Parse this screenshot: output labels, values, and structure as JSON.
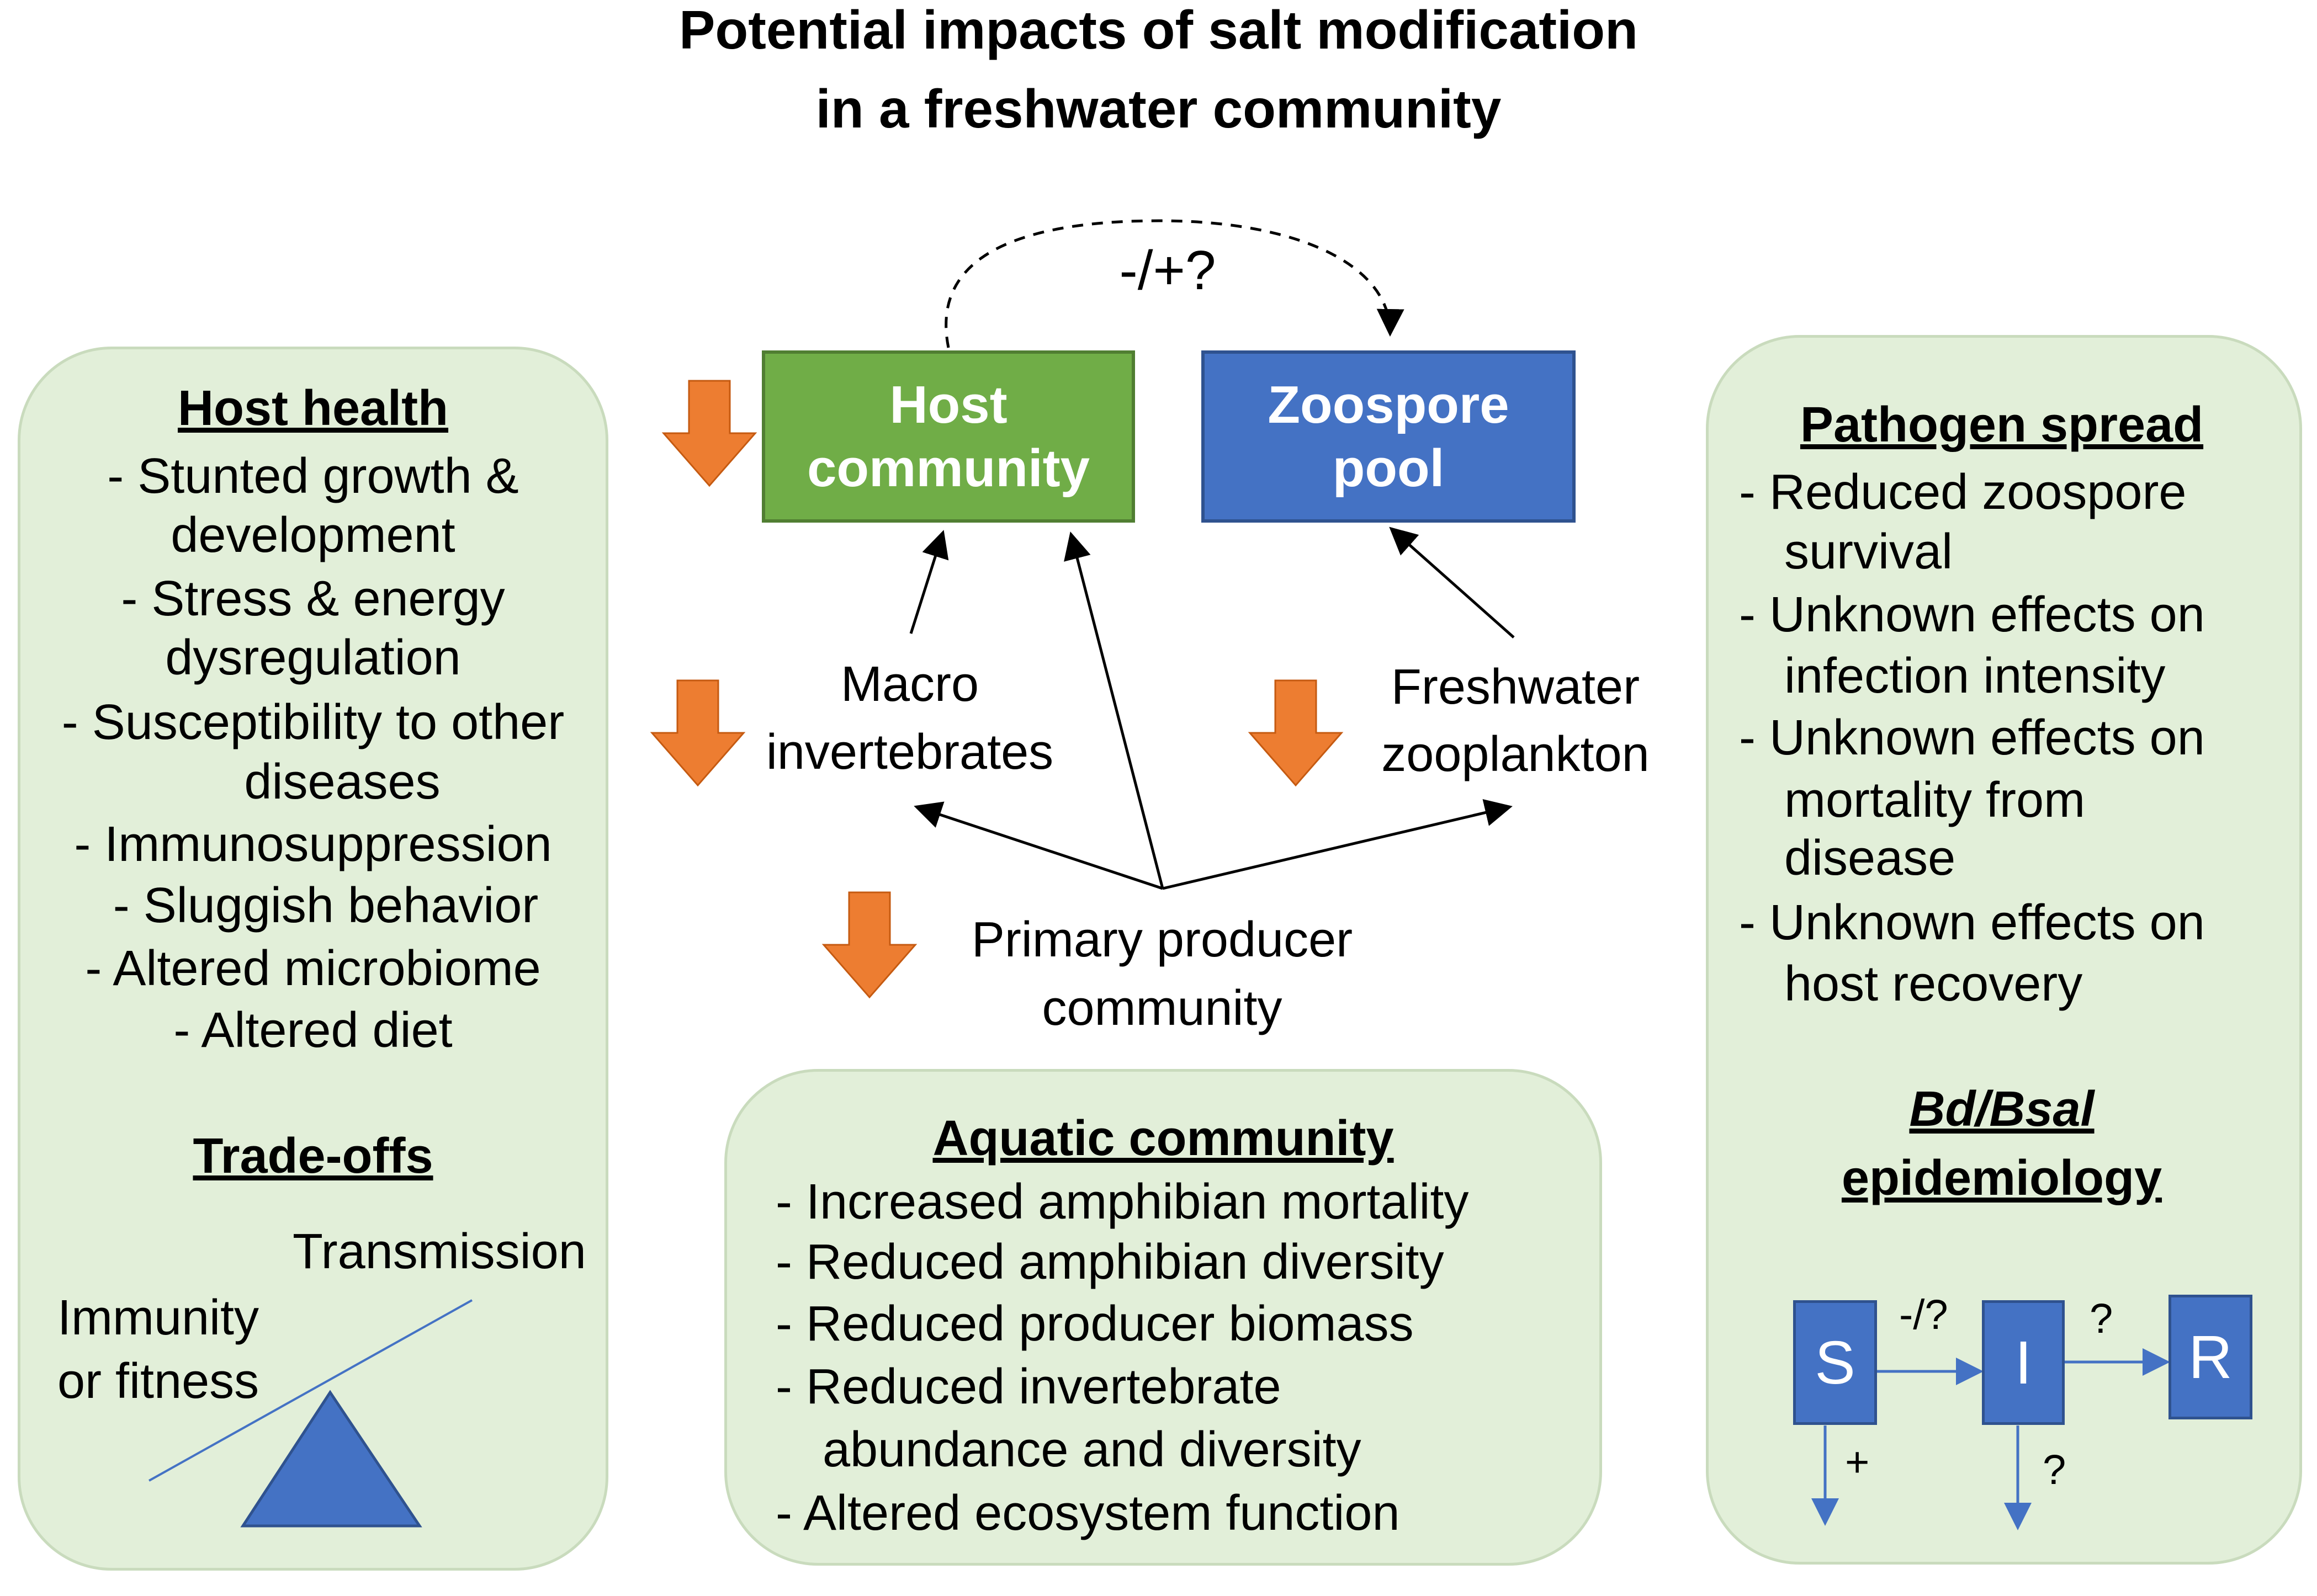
{
  "title": {
    "line1": "Potential impacts of salt modification",
    "line2": "in a freshwater community"
  },
  "host_health": {
    "heading": "Host health",
    "items": [
      "- Stunted growth &",
      "development",
      "- Stress & energy",
      "dysregulation",
      "-   Susceptibility to other",
      "diseases",
      "-   Immunosuppression",
      "- Sluggish behavior",
      "- Altered microbiome",
      "-   Altered diet"
    ]
  },
  "tradeoffs": {
    "heading": "Trade-offs",
    "transmission": "Transmission",
    "immunity_1": "Immunity",
    "immunity_2": "or fitness"
  },
  "center": {
    "effect_label": "-/+?",
    "host_box_1": "Host",
    "host_box_2": "community",
    "zoospore_box_1": "Zoospore",
    "zoospore_box_2": "pool",
    "macro_1": "Macro",
    "macro_2": "invertebrates",
    "zoo_1": "Freshwater",
    "zoo_2": "zooplankton",
    "producer_1": "Primary producer",
    "producer_2": "community"
  },
  "aquatic": {
    "heading": "Aquatic community",
    "items": [
      "-  Increased amphibian mortality",
      "-  Reduced amphibian diversity",
      "-  Reduced producer biomass",
      "-  Reduced invertebrate",
      "abundance and diversity",
      "-  Altered ecosystem function"
    ]
  },
  "pathogen": {
    "heading": "Pathogen spread",
    "items": [
      "-  Reduced zoospore",
      "survival",
      "-  Unknown effects on",
      "infection intensity",
      "-  Unknown effects on",
      "mortality from",
      "disease",
      "-  Unknown effects on",
      "host recovery"
    ]
  },
  "epi": {
    "heading_1": "Bd/Bsal",
    "heading_2": "epidemiology",
    "s": "S",
    "i": "I",
    "r": "R",
    "si_label": "-/?",
    "ir_label": "?",
    "s_out": "+",
    "i_out": "?"
  },
  "colors": {
    "panel_fill": "#e2efd9",
    "host_box": "#70ad47",
    "zoospore_box": "#4472c4",
    "decrease_arrow": "#ed7d31",
    "sir_box": "#4472c4"
  },
  "icons": [
    "decrease-arrow-icon",
    "triangle-fulcrum-icon"
  ]
}
